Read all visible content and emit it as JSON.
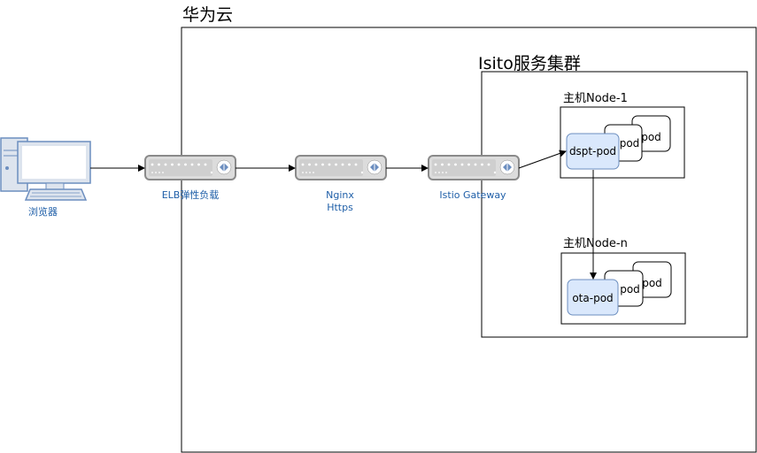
{
  "regions": {
    "cloud": "华为云",
    "cluster": "Isito服务集群",
    "node1": "主机Node-1",
    "noden": "主机Node-n"
  },
  "devices": {
    "browser": "浏览器",
    "elb": "ELB弹性负载",
    "nginx_line1": "Nginx",
    "nginx_line2": "Https",
    "gateway": "Istio Gateway"
  },
  "pods": {
    "dspt": "dspt-pod",
    "ota": "ota-pod",
    "generic": "pod"
  },
  "colors": {
    "device_fill": "#dcdcdc",
    "device_stroke": "#8a8a8a",
    "accent": "#6c8ebf",
    "pod_fill": "#dae8fc",
    "label_blue": "#1f5fa8"
  }
}
